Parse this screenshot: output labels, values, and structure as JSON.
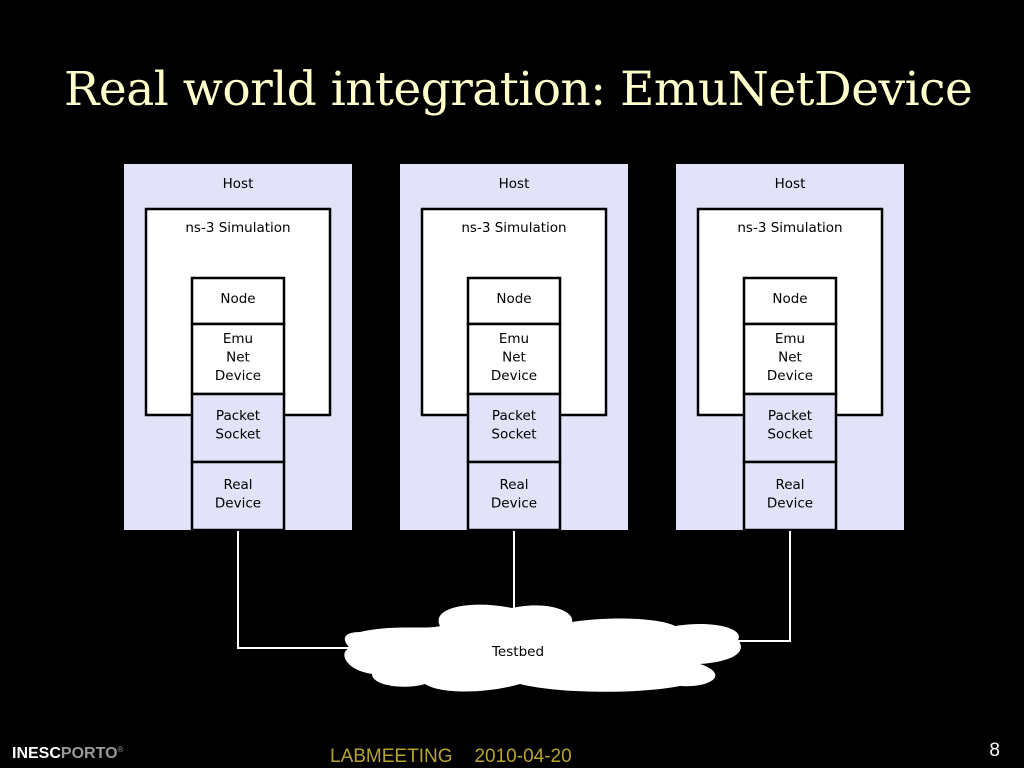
{
  "slide": {
    "title": "Real world integration: EmuNetDevice",
    "page_number": "8"
  },
  "footer": {
    "logo_part1": "INESC",
    "logo_part2": "PORTO",
    "logo_mark": "®",
    "meeting": "LABMEETING",
    "date": "2010-04-20"
  },
  "diagram": {
    "hosts": [
      {
        "label": "Host",
        "simulation_label": "ns-3 Simulation",
        "node_label": "Node",
        "emu_lines": [
          "Emu",
          "Net",
          "Device"
        ],
        "packet_lines": [
          "Packet",
          "Socket"
        ],
        "real_lines": [
          "Real",
          "Device"
        ]
      },
      {
        "label": "Host",
        "simulation_label": "ns-3 Simulation",
        "node_label": "Node",
        "emu_lines": [
          "Emu",
          "Net",
          "Device"
        ],
        "packet_lines": [
          "Packet",
          "Socket"
        ],
        "real_lines": [
          "Real",
          "Device"
        ]
      },
      {
        "label": "Host",
        "simulation_label": "ns-3 Simulation",
        "node_label": "Node",
        "emu_lines": [
          "Emu",
          "Net",
          "Device"
        ],
        "packet_lines": [
          "Packet",
          "Socket"
        ],
        "real_lines": [
          "Real",
          "Device"
        ]
      }
    ],
    "testbed_label": "Testbed",
    "colors": {
      "background": "#000000",
      "title": "#ffffcc",
      "host_fill": "#e2e2f8",
      "box_fill": "#ffffff",
      "wire": "#ffffff",
      "footer_meeting": "#b5a42e"
    }
  }
}
